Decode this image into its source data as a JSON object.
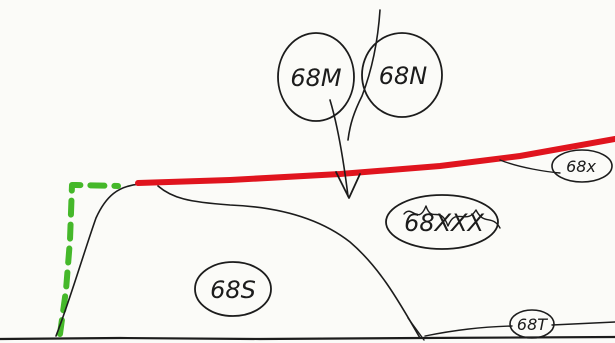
{
  "sketch": {
    "labels": {
      "label_68m": "68M",
      "label_68n": "68N",
      "label_68s": "68S",
      "label_68x": "68x",
      "label_68t": "68T",
      "label_scribble": "68XXX"
    },
    "colors": {
      "ink": "#1c1c1c",
      "red_line": "#e0141e",
      "green_dashes": "#45b82a",
      "paper": "#fbfbf8"
    }
  }
}
